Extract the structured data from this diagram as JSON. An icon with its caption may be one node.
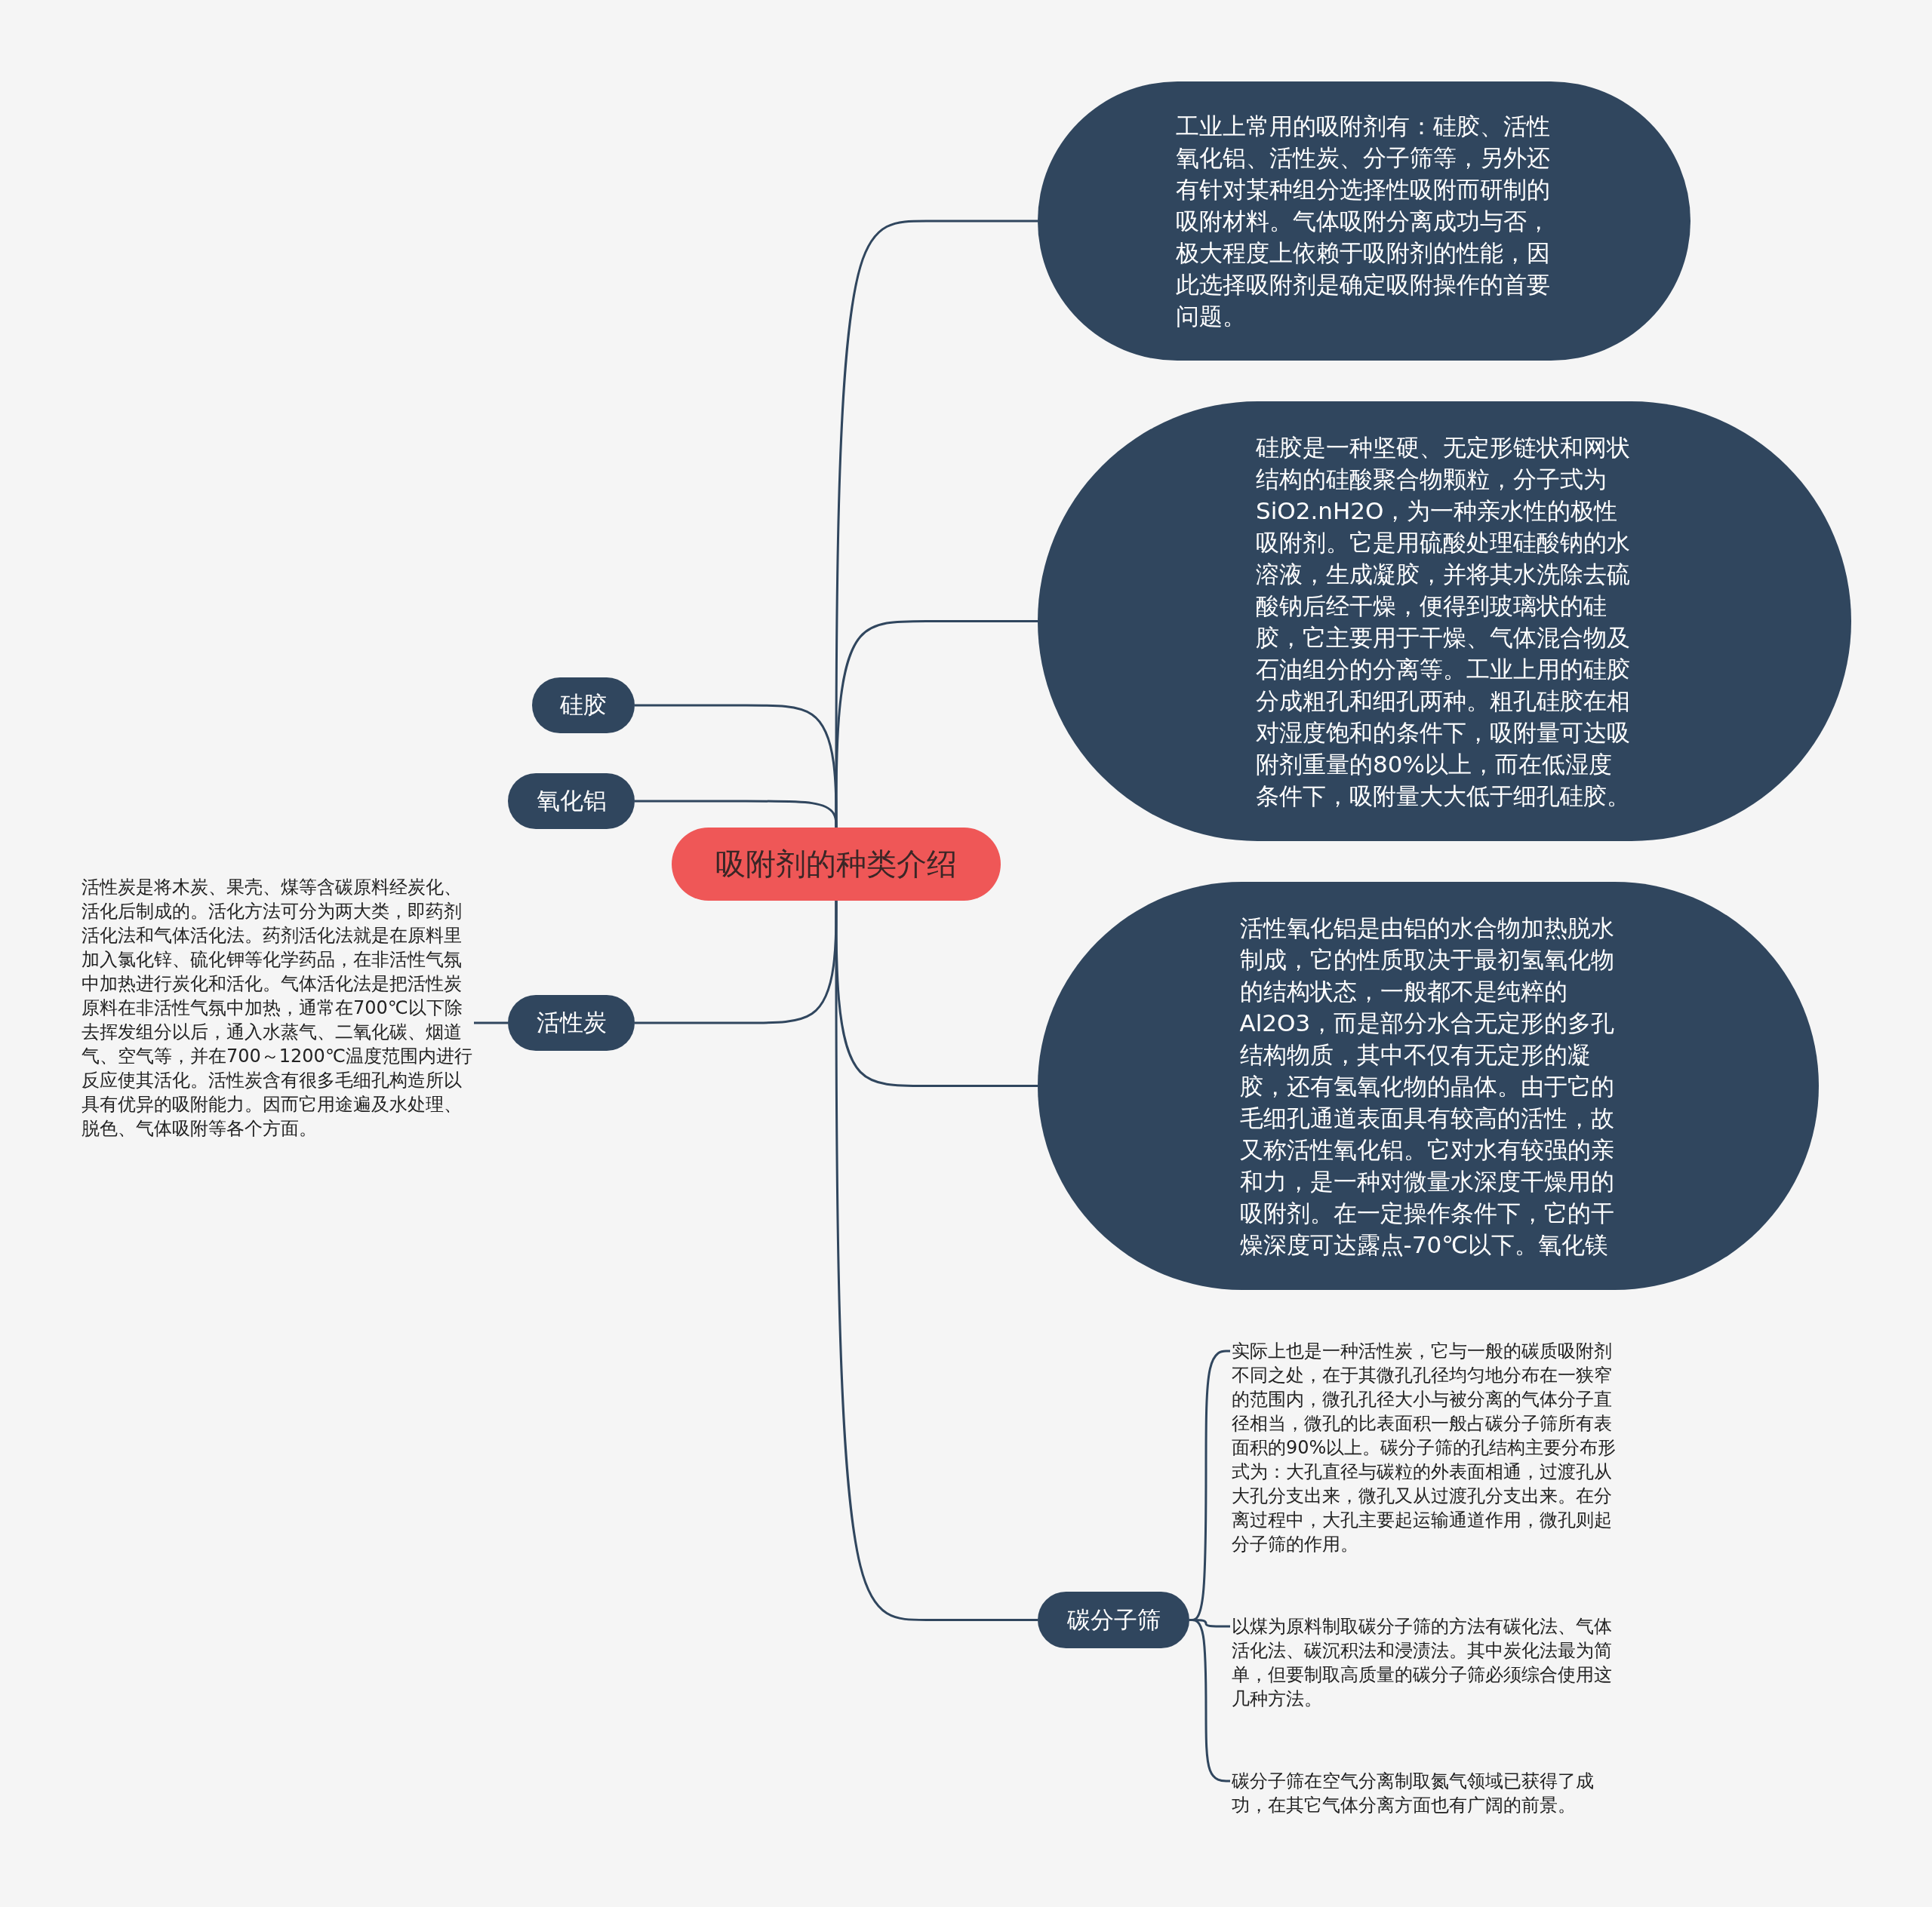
{
  "diagram": {
    "nodes": [
      {
        "text": [
          "吸附剂的种类介绍"
        ]
      },
      {
        "text": [
          "工业上常用的吸附剂有：硅胶、活性氧化铝、活性炭、分子筛等，另外还有针对某种组分选择性吸附而研制的吸附材料。气体吸附分离成功与否，极大程度上依赖于吸附剂的性能，因此选择吸附剂是确定吸附操作的首要问题。"
        ]
      },
      {
        "text": [
          "硅胶是一种坚硬、无定形链状和网状结构的硅酸聚合物颗粒，分子式为SiO2.nH2O，为一种亲水性的极性吸附剂。它是用硫酸处理硅酸钠的水溶液，生成凝胶，并将其水洗除去硫酸钠后经干燥，便得到玻璃状的硅胶，它主要用于干燥、气体混合物及石油组分的分离等。工业上用的硅胶分成粗孔和细孔两种。粗孔硅胶在相对湿度饱和的条件下，吸附量可达吸附剂重量的80%以上，而在低湿度条件下，吸附量大大低于细孔硅胶。"
        ]
      },
      {
        "text": [
          "活性氧化铝是由铝的水合物加热脱水制成，它的性质取决于最初氢氧化物的结构状态，一般都不是纯粹的Al2O3，而是部分水合无定形的多孔结构物质，其中不仅有无定形的凝胶，还有氢氧化物的晶体。由于它的毛细孔通道表面具有较高的活性，故又称活性氧化铝。它对水有较强的亲和力，是一种对微量水深度干燥用的吸附剂。在一定操作条件下，它的干燥深度可达露点-70℃以下。氧化镁"
        ]
      },
      {
        "text": [
          "硅胶"
        ]
      },
      {
        "text": [
          "氧化铝"
        ]
      },
      {
        "text": [
          "活性炭"
        ]
      },
      {
        "text": [
          "活性炭是将木炭、果壳、煤等含碳原料经炭化、活化后制成的。活化方法可分为两大类，即药剂活化法和气体活化法。药剂活化法就是在原料里加入氯化锌、硫化钾等化学药品，在非活性气氛中加热进行炭化和活化。气体活化法是把活性炭原料在非活性气氛中加热，通常在700℃以下除去挥发组分以后，通入水蒸气、二氧化碳、烟道气、空气等，并在700～1200℃温度范围内进行反应使其活化。活性炭含有很多毛细孔构造所以具有优异的吸附能力。因而它用途遍及水处理、脱色、气体吸附等各个方面。"
        ]
      },
      {
        "text": [
          "碳分子筛"
        ]
      },
      {
        "text": [
          "实际上也是一种活性炭，它与一般的碳质吸附剂不同之处，在于其微孔孔径均匀地分布在一狭窄的范围内，微孔孔径大小与被分离的气体分子直径相当，微孔的比表面积一般占碳分子筛所有表面积的90%以上。碳分子筛的孔结构主要分布形式为：大孔直径与碳粒的外表面相通，过渡孔从大孔分支出来，微孔又从过渡孔分支出来。在分离过程中，大孔主要起运输通道作用，微孔则起分子筛的作用。"
        ]
      },
      {
        "text": [
          "以煤为原料制取碳分子筛的方法有碳化法、气体活化法、碳沉积法和浸渍法。其中炭化法最为简单，但要制取高质量的碳分子筛必须综合使用这几种方法。"
        ]
      },
      {
        "text": [
          "碳分子筛在空气分离制取氮气领域已获得了成功，在其它气体分离方面也有广阔的前景。"
        ]
      }
    ],
    "edges": [
      {
        "from": 0,
        "to": 1,
        "arrow": "none"
      },
      {
        "from": 0,
        "to": 2,
        "arrow": "none"
      },
      {
        "from": 0,
        "to": 3,
        "arrow": "none"
      },
      {
        "from": 0,
        "to": 4,
        "arrow": "none"
      },
      {
        "from": 0,
        "to": 5,
        "arrow": "none"
      },
      {
        "from": 0,
        "to": 6,
        "arrow": "none"
      },
      {
        "from": 6,
        "to": 7,
        "arrow": "none"
      },
      {
        "from": 0,
        "to": 8,
        "arrow": "none"
      },
      {
        "from": 8,
        "to": 9,
        "arrow": "none"
      },
      {
        "from": 8,
        "to": 10,
        "arrow": "none"
      },
      {
        "from": 8,
        "to": 11,
        "arrow": "none"
      }
    ]
  }
}
